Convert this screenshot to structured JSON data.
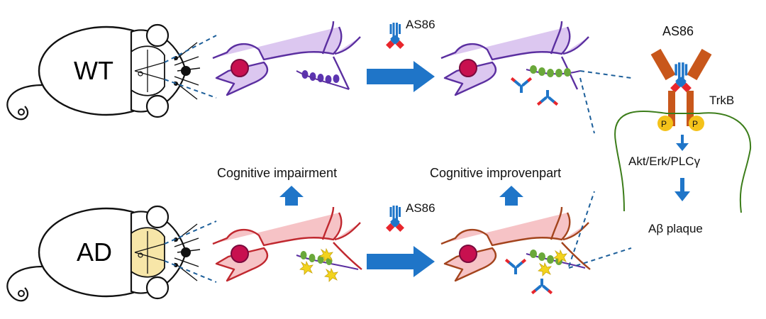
{
  "labels": {
    "wt": "WT",
    "ad": "AD",
    "antibody_top": "AS86",
    "antibody_bottom": "AS86",
    "antibody_right": "AS86",
    "receptor": "TrkB",
    "phospho": "P",
    "pathway": "Akt/Erk/PLCγ",
    "plaque": "Aβ plaque",
    "cognitive_impairment": "Cognitive impairment",
    "cognitive_improvement": "Cognitive improvenpart"
  },
  "colors": {
    "arrow_blue": "#1f75c8",
    "wt_neuron_fill": "#dcc7f0",
    "wt_neuron_stroke": "#5b2fa0",
    "ad_neuron_fill": "#f6c3c6",
    "ad_neuron_stroke": "#c0282f",
    "ad_neuron2_stroke": "#a3441d",
    "nucleus": "#c8104f",
    "spine_purple": "#5c34b0",
    "spine_green": "#6aa83a",
    "plaque_yellow": "#f2d31d",
    "trkb_orange": "#c8571b",
    "phospho_yellow": "#f4c21a",
    "membrane_green": "#3c7d1a",
    "dashed_blue": "#1d5f9a",
    "hippocampus_ad": "#f7e6a8"
  },
  "icons": [
    "mouse-wt-icon",
    "mouse-ad-icon",
    "neuron-icon",
    "antibody-icon",
    "trkb-receptor-icon",
    "plaque-icon",
    "arrow-right-icon",
    "arrow-up-icon",
    "arrow-down-icon"
  ]
}
